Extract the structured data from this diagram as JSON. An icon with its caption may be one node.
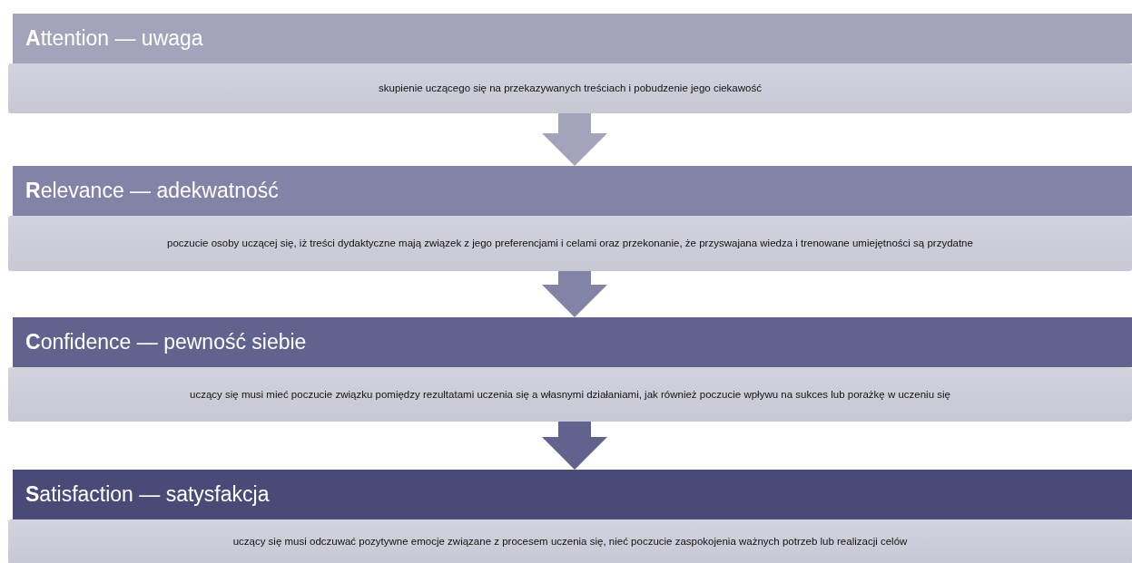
{
  "diagram": {
    "nodes": [
      {
        "text": [
          "**A**ttention — uwaga"
        ]
      },
      {
        "text": [
          "skupienie uczącego się na przekazywanych treściach i pobudzenie jego ciekawość"
        ]
      },
      {
        "text": [
          "**R**elevance — adekwatność"
        ]
      },
      {
        "text": [
          "poczucie osoby uczącej się, iż treści dydaktyczne mają związek z jego preferencjami i celami oraz przekonanie, że przyswajana wiedza i trenowane umiejętności są przydatne"
        ]
      },
      {
        "text": [
          "**C**onfidence — pewność siebie"
        ]
      },
      {
        "text": [
          "uczący się musi mieć poczucie związku pomiędzy rezultatami uczenia się a własnymi działaniami, jak również poczucie wpływu na sukces lub porażkę w uczeniu się"
        ]
      },
      {
        "text": [
          "**S**atisfaction — satysfakcja"
        ]
      },
      {
        "text": [
          "uczący się musi odczuwać pozytywne emocje związane z procesem uczenia się, nieć poczucie zaspokojenia ważnych potrzeb lub realizacji celów"
        ]
      }
    ],
    "edges": [
      {
        "from": 1,
        "to": 2,
        "arrow": "to"
      },
      {
        "from": 3,
        "to": 4,
        "arrow": "to"
      },
      {
        "from": 5,
        "to": 6,
        "arrow": "to"
      }
    ]
  }
}
